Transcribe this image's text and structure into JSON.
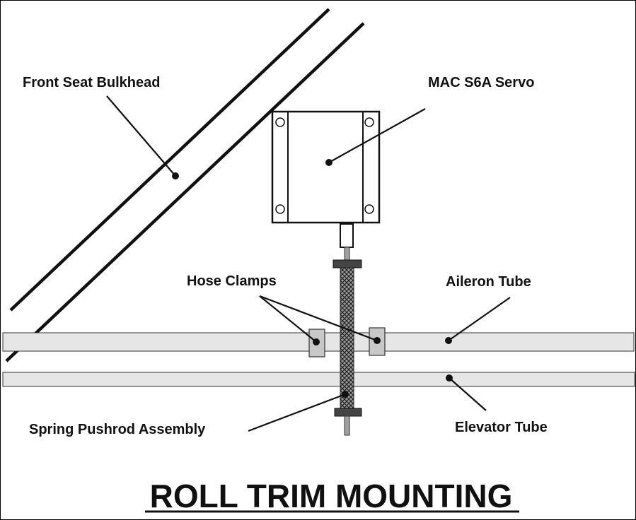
{
  "labels": {
    "bulkhead": "Front Seat Bulkhead",
    "servo": "MAC S6A Servo",
    "hose_clamps": "Hose Clamps",
    "aileron_tube": "Aileron Tube",
    "elevator_tube": "Elevator Tube",
    "pushrod": "Spring Pushrod Assembly"
  },
  "title": "ROLL TRIM MOUNTING",
  "colors": {
    "line": "#111111",
    "tube_fill": "#e6e6e6",
    "clamp_fill": "#c8c8c8",
    "spring_fill": "#8a8a8a"
  }
}
